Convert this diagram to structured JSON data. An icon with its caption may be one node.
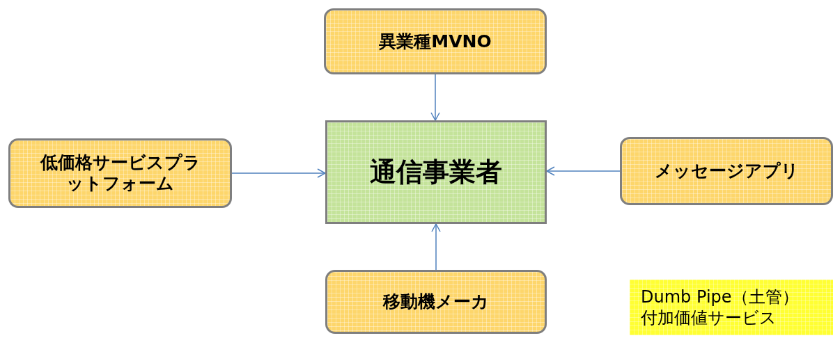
{
  "diagram": {
    "nodes": [
      {
        "text": [
          "異業種MVNO"
        ]
      },
      {
        "text": [
          "低価格サービスプラットフォーム"
        ]
      },
      {
        "text": [
          "通信事業者"
        ]
      },
      {
        "text": [
          "メッセージアプリ"
        ]
      },
      {
        "text": [
          "移動機メーカ"
        ]
      },
      {
        "text": [
          "Dumb Pipe（土管）",
          "付加価値サービス"
        ]
      }
    ],
    "edges": [
      {
        "from": 0,
        "to": 2,
        "arrow": "to"
      },
      {
        "from": 1,
        "to": 2,
        "arrow": "to"
      },
      {
        "from": 3,
        "to": 2,
        "arrow": "to"
      },
      {
        "from": 4,
        "to": 2,
        "arrow": "to"
      }
    ]
  }
}
